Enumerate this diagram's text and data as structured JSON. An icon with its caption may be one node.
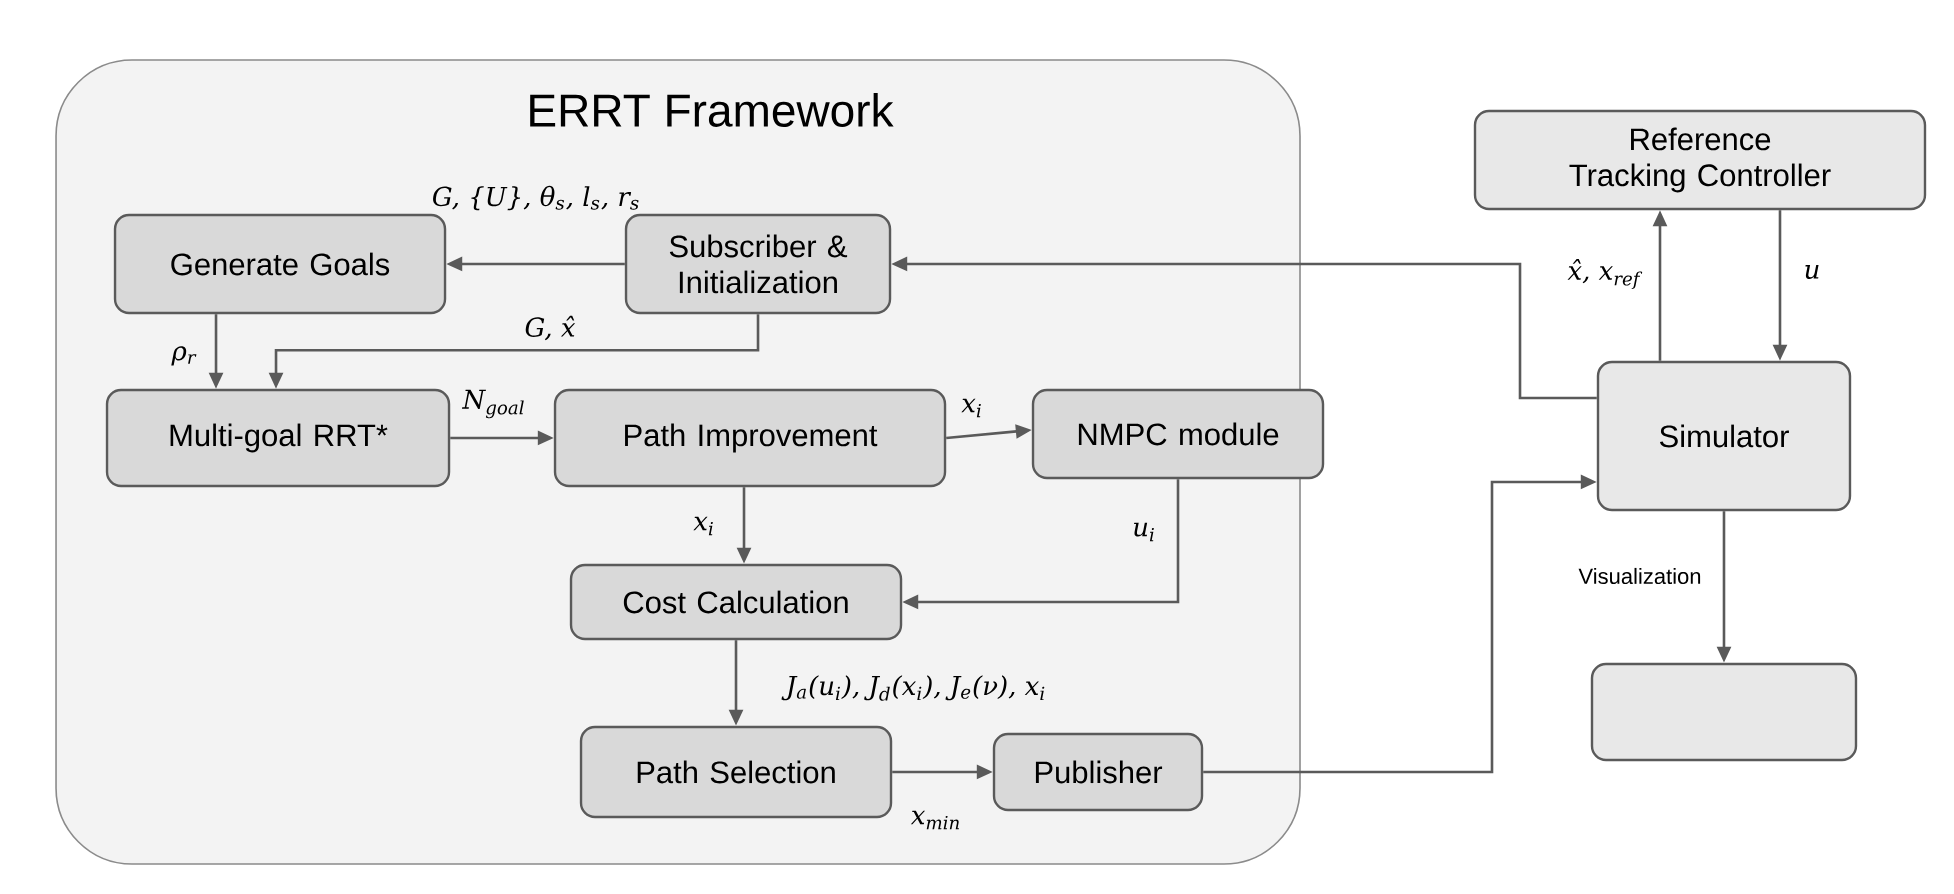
{
  "diagram": {
    "nodes": [
      {
        "text": [
          "ERRT Framework"
        ]
      },
      {
        "text": [
          "Generate Goals"
        ],
        "in": 0
      },
      {
        "text": [
          "Subscriber & Initialization"
        ],
        "in": 0
      },
      {
        "text": [
          "Multi-goal RRT*"
        ],
        "in": 0
      },
      {
        "text": [
          "Path Improvement"
        ],
        "in": 0
      },
      {
        "text": [
          "NMPC module"
        ],
        "in": 0
      },
      {
        "text": [
          "Cost Calculation"
        ],
        "in": 0
      },
      {
        "text": [
          "Path Selection"
        ],
        "in": 0
      },
      {
        "text": [
          "Publisher"
        ],
        "in": 0
      },
      {
        "text": [
          "Reference Tracking Controller"
        ]
      },
      {
        "text": [
          "Simulator"
        ]
      },
      {
        "text": [],
        "shape": "box"
      }
    ],
    "edges": [
      {
        "from": 2,
        "to": 1,
        "arrow": "to",
        "label": "G, {U}, θ$_{s}$, l$_{s}$, r$_{s}$"
      },
      {
        "from": 1,
        "to": 3,
        "arrow": "to",
        "label": "ρ$_{r}$"
      },
      {
        "from": 2,
        "to": 3,
        "arrow": "to",
        "label": "G, x̂"
      },
      {
        "from": 3,
        "to": 4,
        "arrow": "to",
        "label": "N$_{goal}$"
      },
      {
        "from": 4,
        "to": 5,
        "arrow": "to",
        "label": "x$_{i}$"
      },
      {
        "from": 4,
        "to": 6,
        "arrow": "to",
        "label": "x$_{i}$"
      },
      {
        "from": 5,
        "to": 6,
        "arrow": "to",
        "label": "u$_{i}$"
      },
      {
        "from": 6,
        "to": 7,
        "arrow": "to",
        "label": "J$_{a}$(u$_{i}$), J$_{d}$(x$_{i}$), J$_{e}$(ν), x$_{i}$"
      },
      {
        "from": 7,
        "to": 8,
        "arrow": "to",
        "label": "x$_{min}$"
      },
      {
        "from": 8,
        "to": 10,
        "arrow": "to"
      },
      {
        "from": 10,
        "to": 2,
        "arrow": "to"
      },
      {
        "from": 10,
        "to": 9,
        "arrow": "to",
        "label": "x̂, x$_{ref}$"
      },
      {
        "from": 9,
        "to": 10,
        "arrow": "to",
        "label": "u"
      },
      {
        "from": 10,
        "to": 11,
        "arrow": "to",
        "label": "Visualization"
      }
    ]
  }
}
